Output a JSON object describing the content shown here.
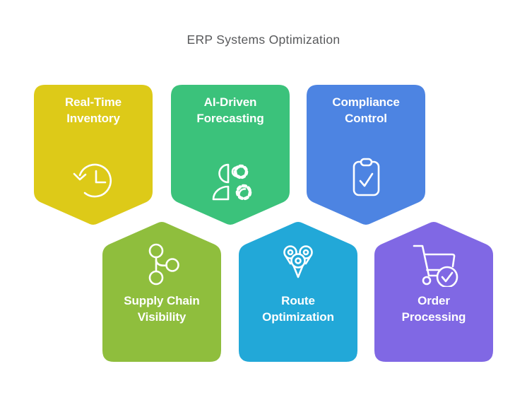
{
  "title": "ERP Systems Optimization",
  "title_color": "#58595b",
  "text_color": "#ffffff",
  "badges": [
    {
      "id": "real-time-inventory",
      "label_line1": "Real-Time",
      "label_line2": "Inventory",
      "color": "#ddca18",
      "icon": "history-clock-icon",
      "row": "top"
    },
    {
      "id": "ai-driven-forecasting",
      "label_line1": "AI-Driven",
      "label_line2": "Forecasting",
      "color": "#3bc27b",
      "icon": "person-gears-icon",
      "row": "top"
    },
    {
      "id": "compliance-control",
      "label_line1": "Compliance",
      "label_line2": "Control",
      "color": "#4d84e2",
      "icon": "clipboard-check-icon",
      "row": "top"
    },
    {
      "id": "supply-chain-visibility",
      "label_line1": "Supply Chain",
      "label_line2": "Visibility",
      "color": "#8fbe3d",
      "icon": "network-nodes-icon",
      "row": "bottom"
    },
    {
      "id": "route-optimization",
      "label_line1": "Route",
      "label_line2": "Optimization",
      "color": "#22a8d8",
      "icon": "map-pins-icon",
      "row": "bottom"
    },
    {
      "id": "order-processing",
      "label_line1": "Order",
      "label_line2": "Processing",
      "color": "#8068e4",
      "icon": "cart-check-icon",
      "row": "bottom"
    }
  ]
}
